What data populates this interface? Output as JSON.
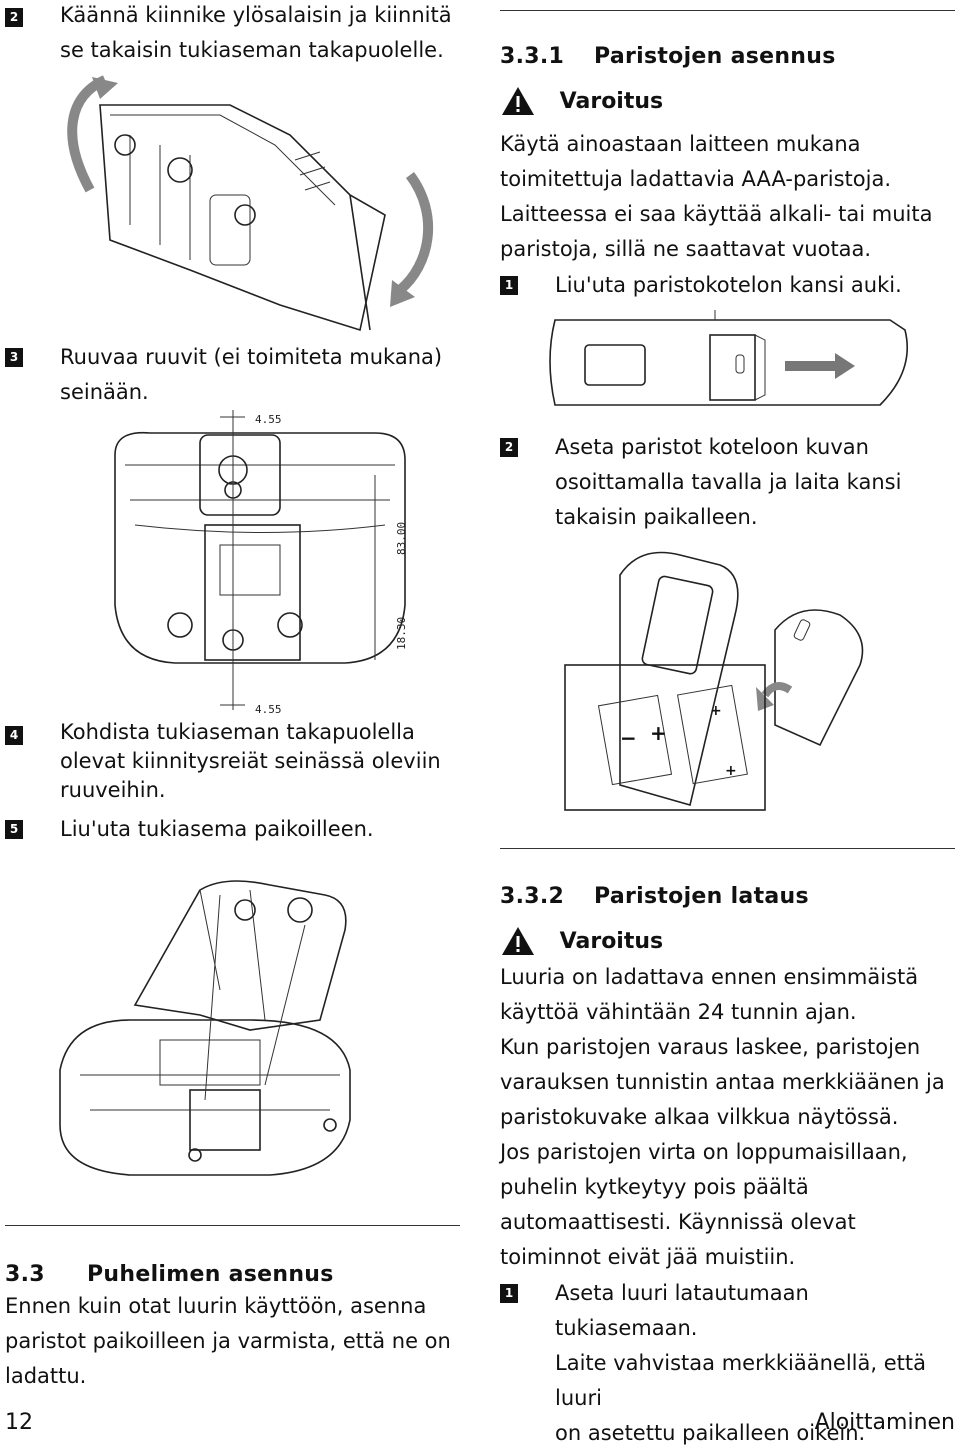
{
  "left": {
    "step2": {
      "num": "2",
      "lines": [
        "Käännä kiinnike ylösalaisin ja kiinnitä",
        "se takaisin tukiaseman takapuolelle."
      ]
    },
    "step3": {
      "num": "3",
      "lines": [
        "Ruuvaa ruuvit (ei toimiteta mukana)",
        "seinään."
      ]
    },
    "dims": {
      "top": "4.55",
      "height": "83.00",
      "offset": "18.30",
      "bottom": "4.55"
    },
    "step4": {
      "num": "4",
      "lines": [
        "Kohdista tukiaseman takapuolella",
        "olevat kiinnitysreiät seinässä oleviin",
        "ruuveihin."
      ]
    },
    "step5": {
      "num": "5",
      "text": "Liu'uta tukiasema paikoilleen."
    },
    "section": {
      "number": "3.3",
      "title": "Puhelimen asennus",
      "lines": [
        "Ennen kuin otat luurin käyttöön, asenna",
        "paristot paikoilleen ja varmista, että ne on",
        "ladattu."
      ]
    }
  },
  "right": {
    "s331": {
      "number": "3.3.1",
      "title": "Paristojen asennus"
    },
    "warn1": {
      "label": "Varoitus",
      "lines": [
        "Käytä ainoastaan laitteen mukana",
        "toimitettuja ladattavia AAA-paristoja.",
        "Laitteessa ei saa käyttää alkali- tai muita",
        "paristoja, sillä ne saattavat vuotaa."
      ]
    },
    "step1": {
      "num": "1",
      "text": "Liu'uta paristokotelon kansi auki."
    },
    "step2": {
      "num": "2",
      "lines": [
        "Aseta paristot koteloon kuvan",
        "osoittamalla tavalla ja laita kansi",
        "takaisin paikalleen."
      ]
    },
    "s332": {
      "number": "3.3.2",
      "title": "Paristojen lataus"
    },
    "warn2": {
      "label": "Varoitus",
      "lines": [
        "Luuria on ladattava ennen ensimmäistä",
        "käyttöä vähintään 24 tunnin ajan.",
        "Kun paristojen varaus laskee, paristojen",
        "varauksen tunnistin antaa merkkiäänen ja",
        "paristokuvake alkaa vilkkua näytössä.",
        "Jos paristojen virta on loppumaisillaan,",
        "puhelin kytkeytyy pois päältä",
        "automaattisesti. Käynnissä olevat",
        "toiminnot eivät jää muistiin."
      ]
    },
    "step1b": {
      "num": "1",
      "lines": [
        "Aseta luuri latautumaan tukiasemaan.",
        "Laite vahvistaa merkkiäänellä, että luuri",
        "on asetettu paikalleen oikein."
      ]
    }
  },
  "footer": {
    "page": "12",
    "chapter": "Aloittaminen"
  }
}
